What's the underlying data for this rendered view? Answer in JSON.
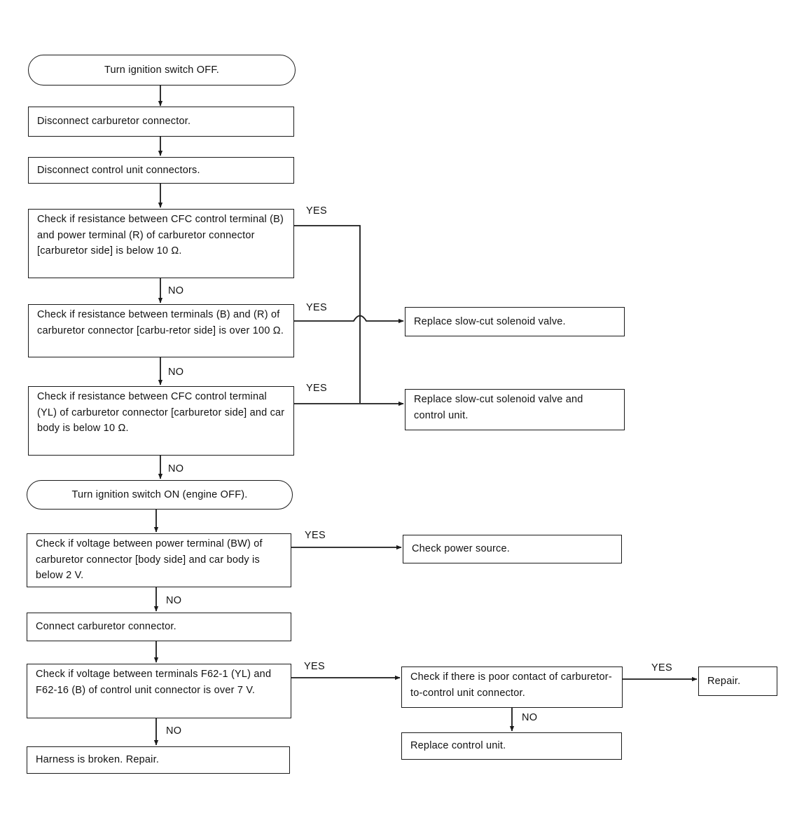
{
  "steps": {
    "start": "Turn ignition switch OFF.",
    "disconnect_carb": "Disconnect carburetor connector.",
    "disconnect_cu": "Disconnect control unit connectors.",
    "check1": "Check if resistance between CFC control terminal (B) and power terminal (R) of carburetor connector [carburetor side] is below 10 Ω.",
    "check2": "Check if resistance between terminals (B) and (R) of carburetor connector [carbu-retor side] is over 100 Ω.",
    "check3": "Check if resistance between CFC control terminal (YL) of carburetor connector [carburetor side] and car body is below 10 Ω.",
    "ign_on": "Turn ignition switch ON (engine OFF).",
    "check4": "Check if voltage between power terminal (BW) of carburetor connector [body side] and car body is below 2 V.",
    "connect_carb": "Connect carburetor connector.",
    "check5": "Check if voltage between terminals F62-1 (YL) and F62-16 (B) of control unit connector is over 7 V.",
    "harness": "Harness is broken.  Repair.",
    "replace_valve": "Replace slow-cut solenoid valve.",
    "replace_valve_cu": "Replace slow-cut solenoid valve and control unit.",
    "check_power": "Check power source.",
    "check_contact": "Check if there is poor contact of carburetor-to-control unit connector.",
    "repair": "Repair.",
    "replace_cu": "Replace control unit."
  },
  "labels": {
    "yes": "YES",
    "no": "NO"
  }
}
